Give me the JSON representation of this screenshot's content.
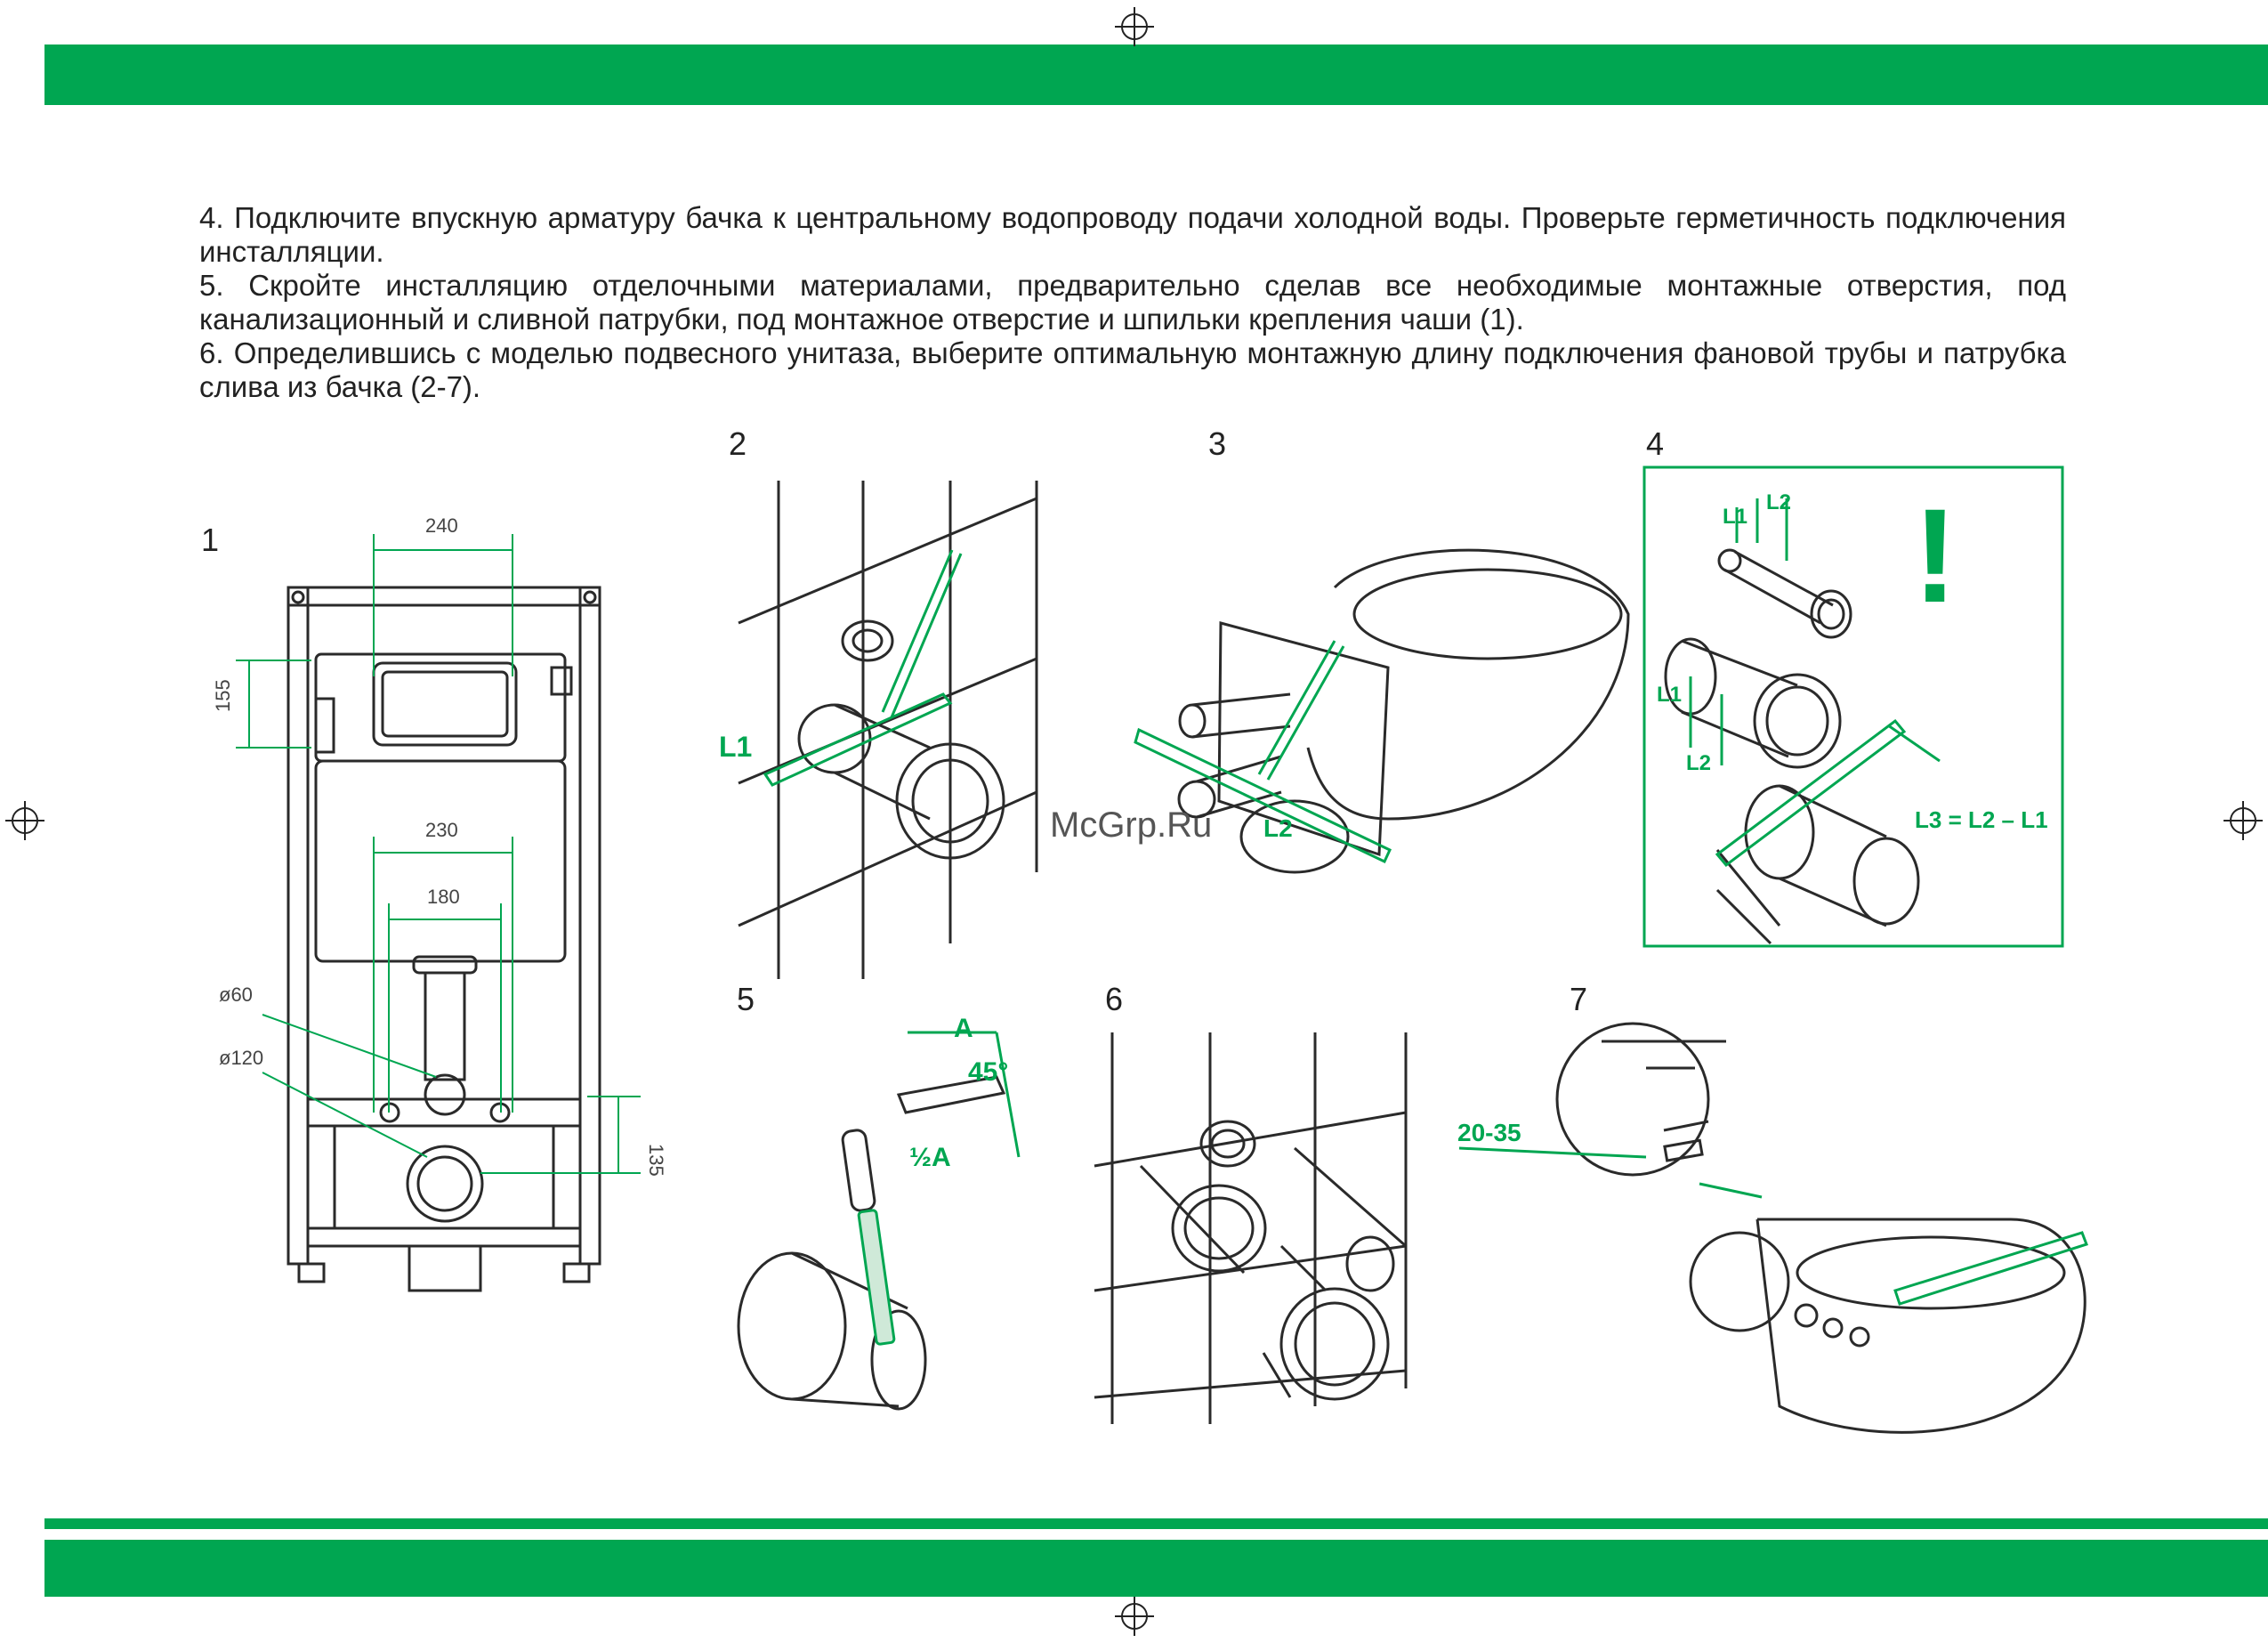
{
  "page": {
    "colors": {
      "accent": "#00a651",
      "line": "#2a2a2a",
      "text": "#222222"
    },
    "watermark": "McGrp.Ru"
  },
  "instructions": [
    "4. Подключите впускную арматуру бачка к центральному водопроводу подачи холодной воды. Проверьте герметичность подключения инсталляции.",
    "5. Скройте инсталляцию отделочными материалами, предварительно сделав все необходимые монтажные отверстия, под канализационный и сливной патрубки, под монтажное отверстие и шпильки крепления чаши (1).",
    "6. Определившись с моделью подвесного унитаза, выберите оптимальную монтажную длину подключения фановой трубы и патрубка слива из бачка (2-7)."
  ],
  "figures": {
    "fig1": {
      "number": "1",
      "dims": {
        "top_width": "240",
        "tank_height": "155",
        "width_230": "230",
        "width_180": "180",
        "pipe_d60": "ø60",
        "pipe_d120": "ø120",
        "bottom_135": "135"
      }
    },
    "fig2": {
      "number": "2",
      "label": "L1"
    },
    "fig3": {
      "number": "3",
      "label": "L2"
    },
    "fig4": {
      "number": "4",
      "labels": [
        "L1",
        "L2",
        "L1",
        "L2"
      ],
      "formula": "L3 = L2 – L1",
      "warning": "!"
    },
    "fig5": {
      "number": "5",
      "label_a": "A",
      "angle": "45°",
      "half_a": "½A"
    },
    "fig6": {
      "number": "6"
    },
    "fig7": {
      "number": "7",
      "gap": "20-35"
    }
  }
}
